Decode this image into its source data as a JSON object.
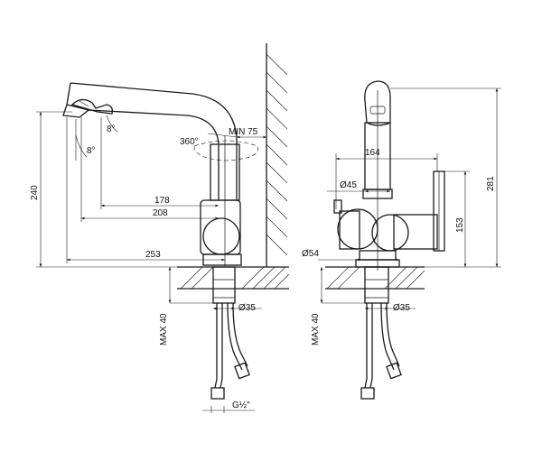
{
  "labels": {
    "rot": "360°",
    "min_wall": "MIN 75",
    "ang_top": "8°",
    "ang_bot": "8°",
    "h240": "240",
    "d178": "178",
    "d208": "208",
    "d253": "253",
    "max40_left": "MAX 40",
    "d35_left": "Ø35",
    "thread": "G½\"",
    "w164": "164",
    "d45": "Ø45",
    "d54": "Ø54",
    "h153": "153",
    "h281": "281",
    "max40_right": "MAX 40",
    "d35_right": "Ø35"
  }
}
